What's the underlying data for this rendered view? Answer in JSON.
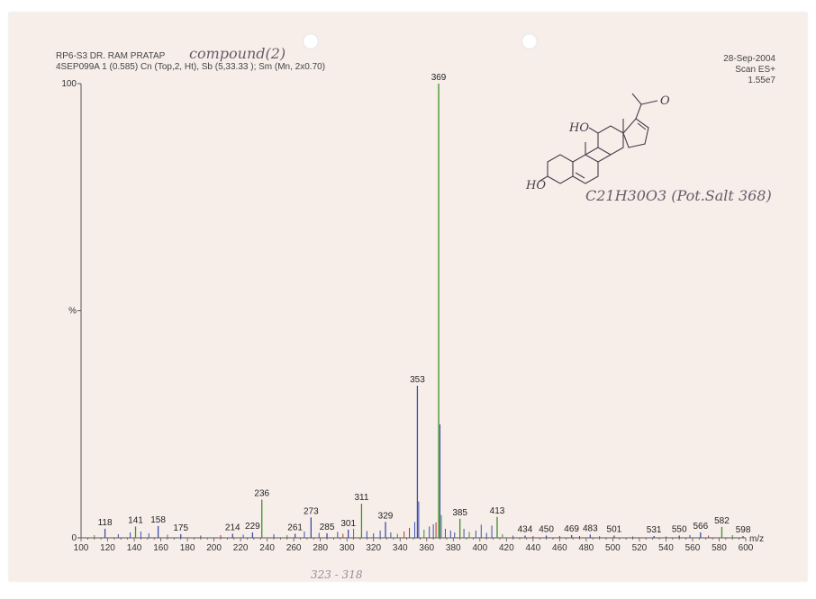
{
  "header": {
    "line1": "RP6-S3 DR. RAM PRATAP",
    "line2": "4SEP099A  1 (0.585) Cn (Top,2, Ht), Sb (5,33.33 ); Sm (Mn, 2x0.70)",
    "date": "28-Sep-2004",
    "scan": "Scan ES+",
    "intensity": "1.55e7"
  },
  "handwriting": {
    "compound": "compound(2)",
    "formula": "C21H30O3 (Pot.Salt 368)",
    "bottom": "323 - 318"
  },
  "structure": {
    "o_top": "O",
    "ho_mid": "HO",
    "ho_left": "HO"
  },
  "colors": {
    "axis": "#555555",
    "peak_blue": "#3a4fa8",
    "peak_green": "#3f8f2a",
    "peak_red": "#b2372f",
    "paper": "#f7eeea"
  },
  "chart_data": {
    "type": "bar",
    "title": "",
    "xlabel": "m/z",
    "ylabel": "%",
    "xlim": [
      100,
      600
    ],
    "ylim": [
      0,
      100
    ],
    "x_ticks": [
      100,
      120,
      140,
      160,
      180,
      200,
      220,
      240,
      260,
      280,
      300,
      320,
      340,
      360,
      380,
      400,
      420,
      440,
      460,
      480,
      500,
      520,
      540,
      560,
      580,
      600
    ],
    "y_ticks": [
      {
        "value": 0,
        "label": "0"
      },
      {
        "value": 50,
        "label": "%"
      },
      {
        "value": 100,
        "label": "100"
      }
    ],
    "peaks": [
      {
        "x": 118,
        "y": 2.0,
        "label": "118",
        "color": "blue"
      },
      {
        "x": 141,
        "y": 2.5,
        "label": "141",
        "color": "green"
      },
      {
        "x": 158,
        "y": 2.6,
        "label": "158",
        "color": "blue"
      },
      {
        "x": 175,
        "y": 0.8,
        "label": "175",
        "color": "blue"
      },
      {
        "x": 214,
        "y": 0.9,
        "label": "214",
        "color": "blue"
      },
      {
        "x": 229,
        "y": 1.2,
        "label": "229",
        "color": "blue"
      },
      {
        "x": 236,
        "y": 8.4,
        "label": "236",
        "color": "green"
      },
      {
        "x": 261,
        "y": 0.9,
        "label": "261",
        "color": "blue"
      },
      {
        "x": 273,
        "y": 4.5,
        "label": "273",
        "color": "blue"
      },
      {
        "x": 285,
        "y": 1.0,
        "label": "285",
        "color": "blue"
      },
      {
        "x": 301,
        "y": 1.8,
        "label": "301",
        "color": "blue"
      },
      {
        "x": 311,
        "y": 7.5,
        "label": "311",
        "color": "green"
      },
      {
        "x": 329,
        "y": 3.5,
        "label": "329",
        "color": "blue"
      },
      {
        "x": 353,
        "y": 33.5,
        "label": "353",
        "color": "blue"
      },
      {
        "x": 369,
        "y": 100,
        "label": "369",
        "color": "green"
      },
      {
        "x": 385,
        "y": 4.2,
        "label": "385",
        "color": "green"
      },
      {
        "x": 413,
        "y": 4.6,
        "label": "413",
        "color": "green"
      },
      {
        "x": 434,
        "y": 0.5,
        "label": "434",
        "color": "blue"
      },
      {
        "x": 450,
        "y": 0.5,
        "label": "450",
        "color": "blue"
      },
      {
        "x": 469,
        "y": 0.6,
        "label": "469",
        "color": "blue"
      },
      {
        "x": 483,
        "y": 0.7,
        "label": "483",
        "color": "blue"
      },
      {
        "x": 501,
        "y": 0.5,
        "label": "501",
        "color": "blue"
      },
      {
        "x": 531,
        "y": 0.4,
        "label": "531",
        "color": "blue"
      },
      {
        "x": 550,
        "y": 0.5,
        "label": "550",
        "color": "blue"
      },
      {
        "x": 566,
        "y": 1.2,
        "label": "566",
        "color": "blue"
      },
      {
        "x": 582,
        "y": 2.4,
        "label": "582",
        "color": "green"
      },
      {
        "x": 598,
        "y": 0.4,
        "label": "598",
        "color": "blue"
      }
    ],
    "minor_peaks": [
      {
        "x": 110,
        "y": 0.6
      },
      {
        "x": 128,
        "y": 0.8
      },
      {
        "x": 137,
        "y": 1.2
      },
      {
        "x": 145,
        "y": 1.4
      },
      {
        "x": 151,
        "y": 1.0
      },
      {
        "x": 165,
        "y": 0.7
      },
      {
        "x": 190,
        "y": 0.5
      },
      {
        "x": 205,
        "y": 0.6
      },
      {
        "x": 222,
        "y": 0.7
      },
      {
        "x": 245,
        "y": 0.8
      },
      {
        "x": 255,
        "y": 0.6
      },
      {
        "x": 268,
        "y": 1.4
      },
      {
        "x": 279,
        "y": 1.1
      },
      {
        "x": 293,
        "y": 1.3
      },
      {
        "x": 297,
        "y": 0.9
      },
      {
        "x": 305,
        "y": 2.0
      },
      {
        "x": 315,
        "y": 1.5
      },
      {
        "x": 320,
        "y": 1.0
      },
      {
        "x": 325,
        "y": 1.6
      },
      {
        "x": 333,
        "y": 1.2
      },
      {
        "x": 338,
        "y": 0.9
      },
      {
        "x": 343,
        "y": 1.4
      },
      {
        "x": 347,
        "y": 2.2
      },
      {
        "x": 351,
        "y": 3.5
      },
      {
        "x": 354,
        "y": 8.0
      },
      {
        "x": 358,
        "y": 1.8
      },
      {
        "x": 362,
        "y": 2.5
      },
      {
        "x": 365,
        "y": 3.0
      },
      {
        "x": 367,
        "y": 3.4
      },
      {
        "x": 370,
        "y": 25.0
      },
      {
        "x": 371,
        "y": 5.0
      },
      {
        "x": 374,
        "y": 2.0
      },
      {
        "x": 378,
        "y": 1.6
      },
      {
        "x": 381,
        "y": 1.2
      },
      {
        "x": 388,
        "y": 2.0
      },
      {
        "x": 392,
        "y": 1.3
      },
      {
        "x": 397,
        "y": 1.6
      },
      {
        "x": 401,
        "y": 2.9
      },
      {
        "x": 405,
        "y": 1.1
      },
      {
        "x": 409,
        "y": 2.7
      },
      {
        "x": 417,
        "y": 0.8
      },
      {
        "x": 425,
        "y": 0.5
      },
      {
        "x": 440,
        "y": 0.4
      },
      {
        "x": 460,
        "y": 0.4
      },
      {
        "x": 475,
        "y": 0.4
      },
      {
        "x": 490,
        "y": 0.4
      },
      {
        "x": 515,
        "y": 0.3
      },
      {
        "x": 540,
        "y": 0.3
      },
      {
        "x": 558,
        "y": 0.6
      },
      {
        "x": 572,
        "y": 0.5
      },
      {
        "x": 590,
        "y": 0.6
      }
    ]
  }
}
